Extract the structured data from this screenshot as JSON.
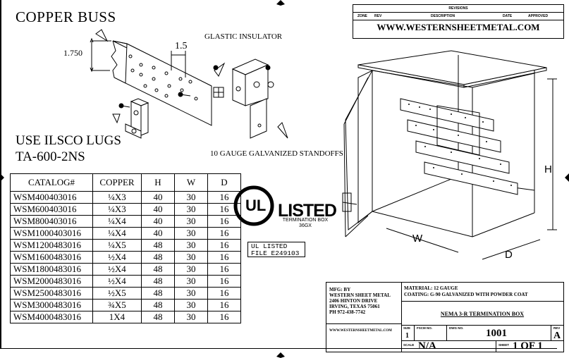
{
  "header": {
    "title": "COPPER BUSS",
    "dim_height": "1.750",
    "dim_spacing": "1.5",
    "insulator_label": "GLASTIC INSULATOR",
    "lugs_line1": "USE ILSCO LUGS",
    "lugs_line2": "TA-600-2NS",
    "standoffs_label": "10 GAUGE GALVANIZED STANDOFFS"
  },
  "catalog_table": {
    "columns": [
      "CATALOG#",
      "COPPER",
      "H",
      "W",
      "D"
    ],
    "rows": [
      [
        "WSM400403016",
        "¼X3",
        "40",
        "30",
        "16"
      ],
      [
        "WSM600403016",
        "¼X3",
        "40",
        "30",
        "16"
      ],
      [
        "WSM800403016",
        "¼X4",
        "40",
        "30",
        "16"
      ],
      [
        "WSM1000403016",
        "¼X4",
        "40",
        "30",
        "16"
      ],
      [
        "WSM1200483016",
        "¼X5",
        "48",
        "30",
        "16"
      ],
      [
        "WSM1600483016",
        "½X4",
        "48",
        "30",
        "16"
      ],
      [
        "WSM1800483016",
        "½X4",
        "48",
        "30",
        "16"
      ],
      [
        "WSM2000483016",
        "½X4",
        "48",
        "30",
        "16"
      ],
      [
        "WSM2500483016",
        "½X5",
        "48",
        "30",
        "16"
      ],
      [
        "WSM3000483016",
        "¾X5",
        "48",
        "30",
        "16"
      ],
      [
        "WSM4000483016",
        "1X4",
        "48",
        "30",
        "16"
      ]
    ]
  },
  "ul_mark": {
    "logo_text": "UL",
    "listed": "LISTED",
    "line1": "TERMINATION BOX",
    "line2": "36GX",
    "file_line1": "UL LISTED",
    "file_line2": "FILE E249103"
  },
  "revisions": {
    "title": "REVISIONS",
    "cols": [
      "ZONE",
      "REV",
      "DESCRIPTION",
      "DATE",
      "APPROVED"
    ],
    "website": "WWW.WESTERNSHEETMETAL.COM"
  },
  "box_dims": {
    "h": "H",
    "w": "W",
    "d": "D"
  },
  "title_block": {
    "mfg_lines": [
      "MFG: BY",
      "WESTERN SHEET METAL",
      "2406 HINTON DRIVE",
      "IRVING, TEXAS 75061",
      "PH 972-438-7742"
    ],
    "website_small": "WWW.WESTERNSHEETMETAL.COM",
    "material": "MATERIAL: 12 GAUGE",
    "coating": "COATING: G-90 GALVANIZED WITH POWDER COAT",
    "box_name": "NEMA 3-R TERMINATION BOX",
    "size_label": "SIZE",
    "size_value": "1",
    "fscm_label": "FSCM NO.",
    "dwg_label": "DWG NO.",
    "dwg_value": "1001",
    "rev_label": "REV",
    "rev_value": "A",
    "scale_label": "SCALE",
    "scale_value": "N/A",
    "sheet_label": "SHEET",
    "sheet_value": "1 OF 1"
  }
}
